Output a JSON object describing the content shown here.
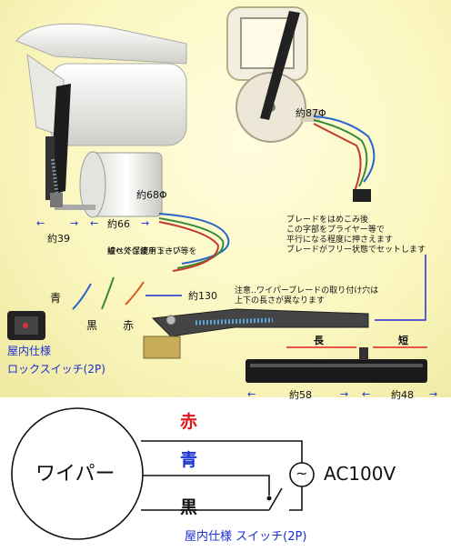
{
  "photo": {
    "dimensions": {
      "d68": "約68Φ",
      "d87": "約87Φ",
      "d66": "約66",
      "d39": "約39",
      "d130": "約130",
      "d58": "約58",
      "d48": "約48"
    },
    "notes": {
      "tube": [
        "線へ外保護チューブ等を",
        "被せてご使用下さい"
      ],
      "blade": [
        "ブレードをはめこみ後",
        "この字部をプライヤー等で",
        "平行になる程度に押さえます",
        "ブレードがフリー状態でセットします"
      ],
      "caution": [
        "注意‥ワイパーブレードの取り付け穴は",
        "上下の長さが異なります"
      ]
    },
    "wire_labels": {
      "blue": "青",
      "black": "黒",
      "red": "赤"
    },
    "lengths": {
      "long": "長",
      "short": "短"
    },
    "rocker": {
      "line1": "屋内仕様",
      "line2": "ロックスイッチ(2P)"
    }
  },
  "diagram": {
    "motor_label": "ワイパー",
    "red_label": "赤",
    "blue_label": "青",
    "black_label": "黒",
    "power_label": "AC100V",
    "ac_symbol": "~",
    "switch_caption": "屋内仕様 スイッチ(2P)",
    "colors": {
      "red": "#e0161a",
      "blue": "#1a2fd6",
      "black": "#111111",
      "caption": "#1a2fd6"
    }
  }
}
